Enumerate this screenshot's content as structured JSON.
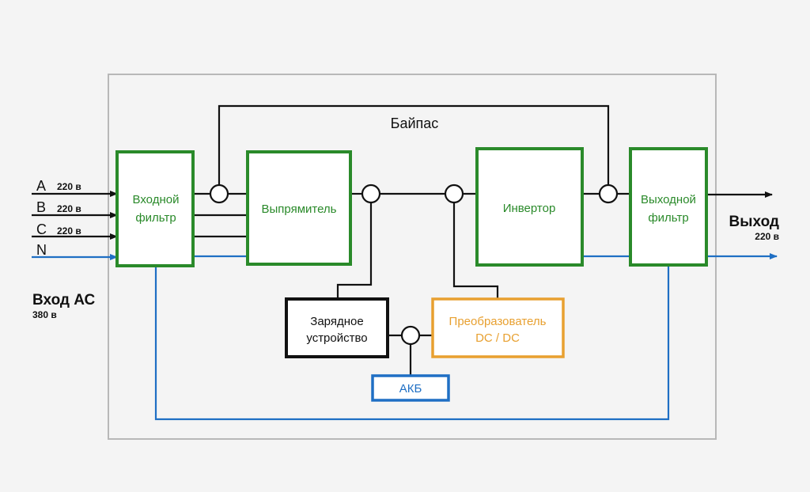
{
  "colors": {
    "green": "#2a8a2a",
    "orange": "#e8a030",
    "blue": "#1f6fc4",
    "black": "#111111"
  },
  "inputs": {
    "phases": [
      {
        "name": "A",
        "voltage": "220 в"
      },
      {
        "name": "B",
        "voltage": "220 в"
      },
      {
        "name": "C",
        "voltage": "220 в"
      }
    ],
    "neutral": "N",
    "title": "Вход АС",
    "voltage": "380 в"
  },
  "output": {
    "title": "Выход",
    "voltage": "220 в"
  },
  "bypass_label": "Байпас",
  "blocks": {
    "input_filter": [
      "Входной",
      "фильтр"
    ],
    "rectifier": "Выпрямитель",
    "inverter": "Инвертор",
    "output_filter": [
      "Выходной",
      "фильтр"
    ],
    "charger": [
      "Зарядное",
      "устройство"
    ],
    "dcdc": [
      "Преобразователь",
      "DC / DC"
    ],
    "battery": "АКБ"
  }
}
